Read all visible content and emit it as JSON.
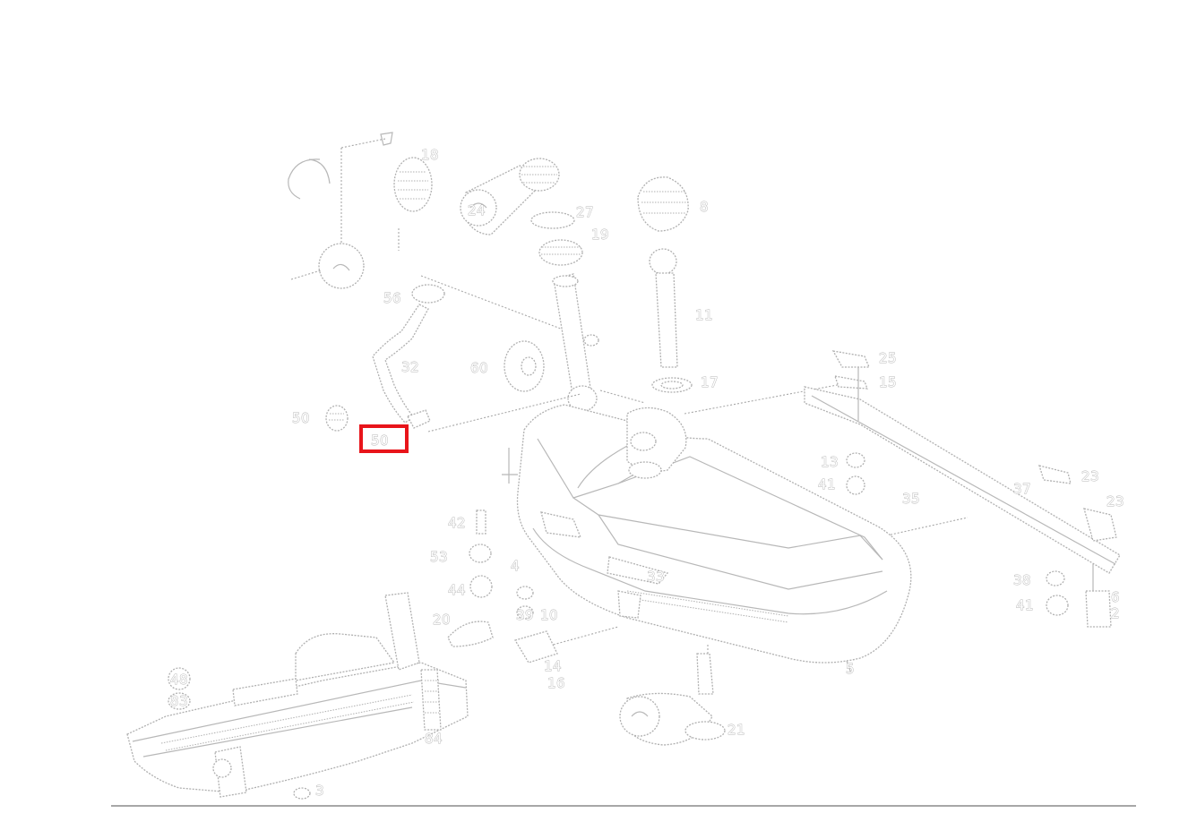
{
  "diagram": {
    "highlight_color": "#e8141a",
    "callouts": [
      {
        "id": "c-56",
        "text": "56"
      },
      {
        "id": "c-32",
        "text": "32"
      },
      {
        "id": "c-50",
        "text": "50"
      },
      {
        "id": "c-highlighted",
        "text": "50",
        "highlighted": true
      },
      {
        "id": "c-24",
        "text": "24"
      },
      {
        "id": "c-27",
        "text": "27"
      },
      {
        "id": "c-19",
        "text": "19"
      },
      {
        "id": "c-60",
        "text": "60"
      },
      {
        "id": "c-18",
        "text": "18"
      },
      {
        "id": "c-8",
        "text": "8"
      },
      {
        "id": "c-11",
        "text": "11"
      },
      {
        "id": "c-17",
        "text": "17"
      },
      {
        "id": "c-25",
        "text": "25"
      },
      {
        "id": "c-15",
        "text": "15"
      },
      {
        "id": "c-13",
        "text": "13"
      },
      {
        "id": "c-41a",
        "text": "41"
      },
      {
        "id": "c-35",
        "text": "35"
      },
      {
        "id": "c-37",
        "text": "37"
      },
      {
        "id": "c-23a",
        "text": "23"
      },
      {
        "id": "c-23b",
        "text": "23"
      },
      {
        "id": "c-42",
        "text": "42"
      },
      {
        "id": "c-53",
        "text": "53"
      },
      {
        "id": "c-4",
        "text": "4"
      },
      {
        "id": "c-44",
        "text": "44"
      },
      {
        "id": "c-20",
        "text": "20"
      },
      {
        "id": "c-39",
        "text": "39"
      },
      {
        "id": "c-10",
        "text": "10"
      },
      {
        "id": "c-14",
        "text": "14"
      },
      {
        "id": "c-16",
        "text": "16"
      },
      {
        "id": "c-38",
        "text": "38"
      },
      {
        "id": "c-41b",
        "text": "41"
      },
      {
        "id": "c-48",
        "text": "48"
      },
      {
        "id": "c-83",
        "text": "83"
      },
      {
        "id": "c-84",
        "text": "84"
      },
      {
        "id": "c-21",
        "text": "21"
      },
      {
        "id": "c-5",
        "text": "5"
      },
      {
        "id": "c-33",
        "text": "33"
      },
      {
        "id": "c-6",
        "text": "6"
      },
      {
        "id": "c-2",
        "text": "2"
      },
      {
        "id": "c-3",
        "text": "3"
      }
    ]
  }
}
